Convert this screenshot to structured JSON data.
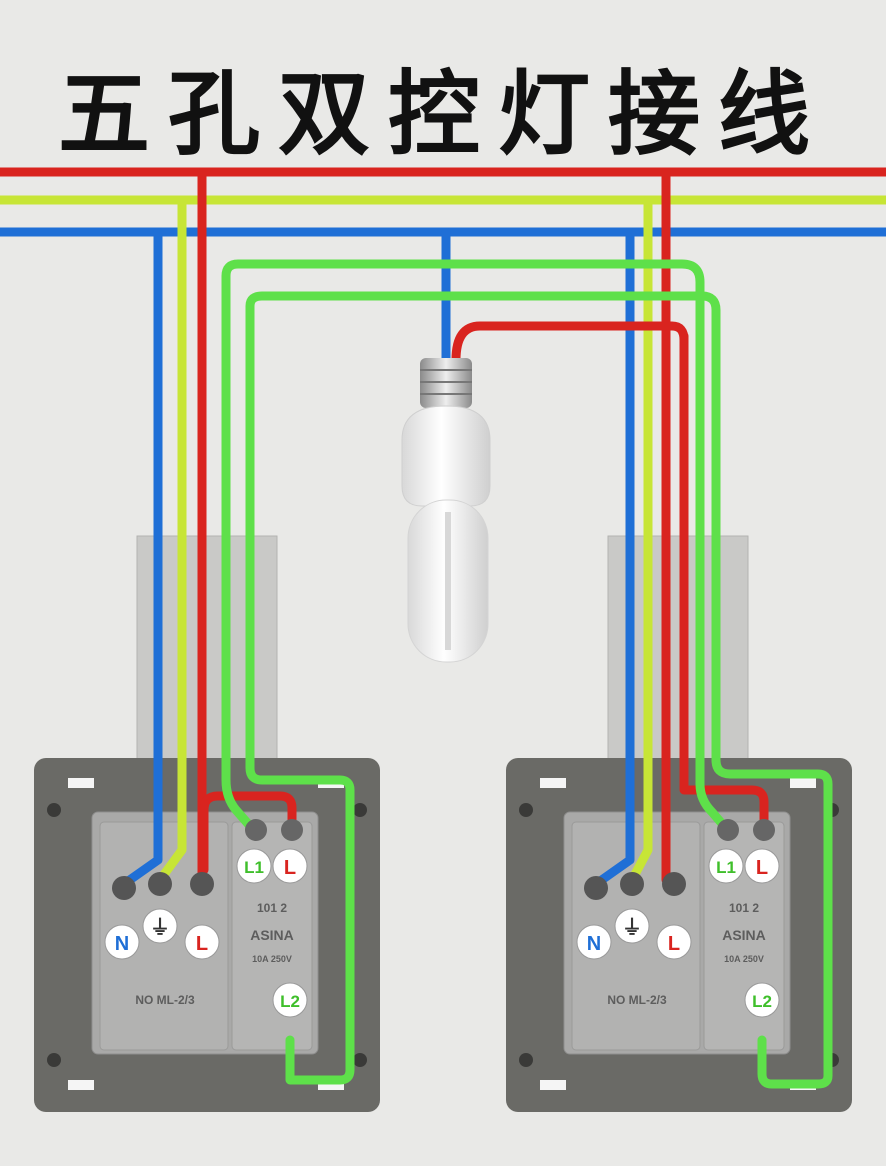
{
  "title": "五孔双控灯接线",
  "colors": {
    "live": "#d9241f",
    "earth": "#c7e536",
    "neutral": "#1f6fd6",
    "traveller": "#5ee04a",
    "background": "#e9e9e7",
    "frame": "#6a6a66",
    "module": "#a9a9a8"
  },
  "switches": [
    {
      "terminals": {
        "n": "N",
        "earth_symbol": "⏚",
        "l": "L",
        "l1": "L1",
        "l1_l": "L",
        "l2": "L2"
      },
      "module_text": {
        "code": "101  2",
        "brand": "ASINA",
        "rating": "10A 250V",
        "model": "NO ML-2/3"
      }
    },
    {
      "terminals": {
        "n": "N",
        "earth_symbol": "⏚",
        "l": "L",
        "l1": "L1",
        "l1_l": "L",
        "l2": "L2"
      },
      "module_text": {
        "code": "101  2",
        "brand": "ASINA",
        "rating": "10A 250V",
        "model": "NO ML-2/3"
      }
    }
  ],
  "icons": [
    "light-bulb-icon",
    "earth-icon"
  ]
}
